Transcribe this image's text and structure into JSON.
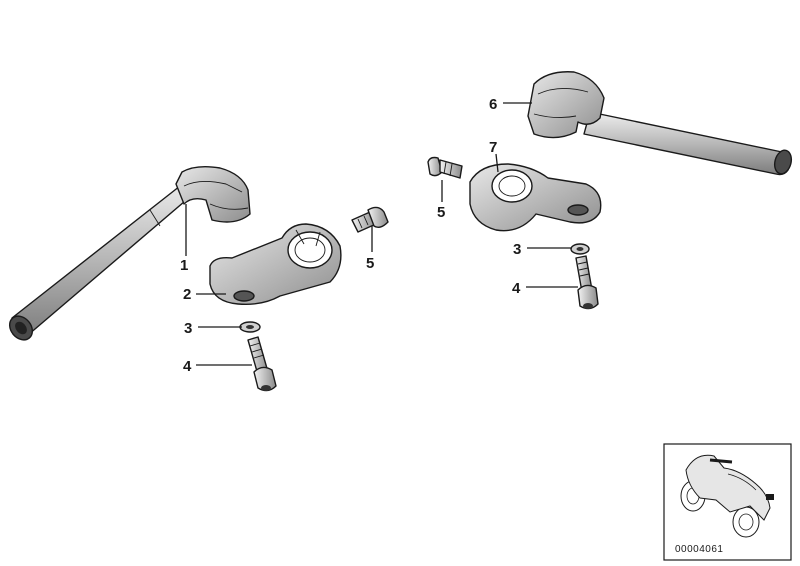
{
  "diagram": {
    "callouts": {
      "left_handlebar": "1",
      "left_clamp": "2",
      "left_washer": "3",
      "left_bolt": "4",
      "left_small_bolt": "5",
      "right_handlebar": "6",
      "right_clamp": "7",
      "right_small_bolt": "5",
      "right_washer": "3",
      "right_bolt": "4"
    },
    "thumbnail": {
      "figure_id": "00004061"
    },
    "colors": {
      "ink": "#1a1a1a",
      "shade_light": "#d9d9d9",
      "shade_mid": "#b5b5b5",
      "shade_dark": "#8a8a8a",
      "background": "#ffffff"
    }
  }
}
